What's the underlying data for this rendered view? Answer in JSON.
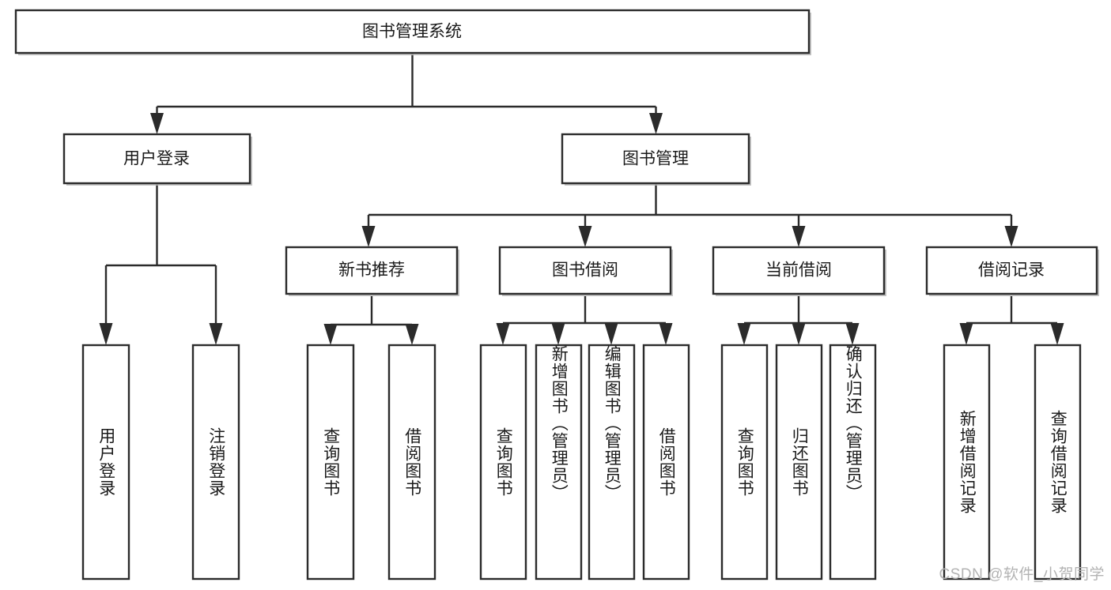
{
  "diagram": {
    "type": "hierarchy-tree",
    "title": "图书管理系统",
    "watermark": "CSDN @软件_小贺同学",
    "colors": {
      "box_fill": "#ffffff",
      "box_stroke": "#2b2b2b",
      "text": "#1a1a1a",
      "watermark": "#b3b3b3",
      "background": "#ffffff"
    },
    "root": {
      "label": "图书管理系统"
    },
    "level2": [
      {
        "label": "用户登录"
      },
      {
        "label": "图书管理"
      }
    ],
    "level3": [
      {
        "label": "新书推荐"
      },
      {
        "label": "图书借阅"
      },
      {
        "label": "当前借阅"
      },
      {
        "label": "借阅记录"
      }
    ],
    "leaves": {
      "user_login": [
        {
          "label": "用户登录"
        },
        {
          "label": "注销登录"
        }
      ],
      "new_book": [
        {
          "label": "查询图书"
        },
        {
          "label": "借阅图书"
        }
      ],
      "book_borrow": [
        {
          "label": "查询图书"
        },
        {
          "label": "新增图书（管理员）"
        },
        {
          "label": "编辑图书（管理员）"
        },
        {
          "label": "借阅图书"
        }
      ],
      "current_borrow": [
        {
          "label": "查询图书"
        },
        {
          "label": "归还图书"
        },
        {
          "label": "确认归还（管理员）"
        }
      ],
      "borrow_record": [
        {
          "label": "新增借阅记录"
        },
        {
          "label": "查询借阅记录"
        }
      ]
    }
  }
}
